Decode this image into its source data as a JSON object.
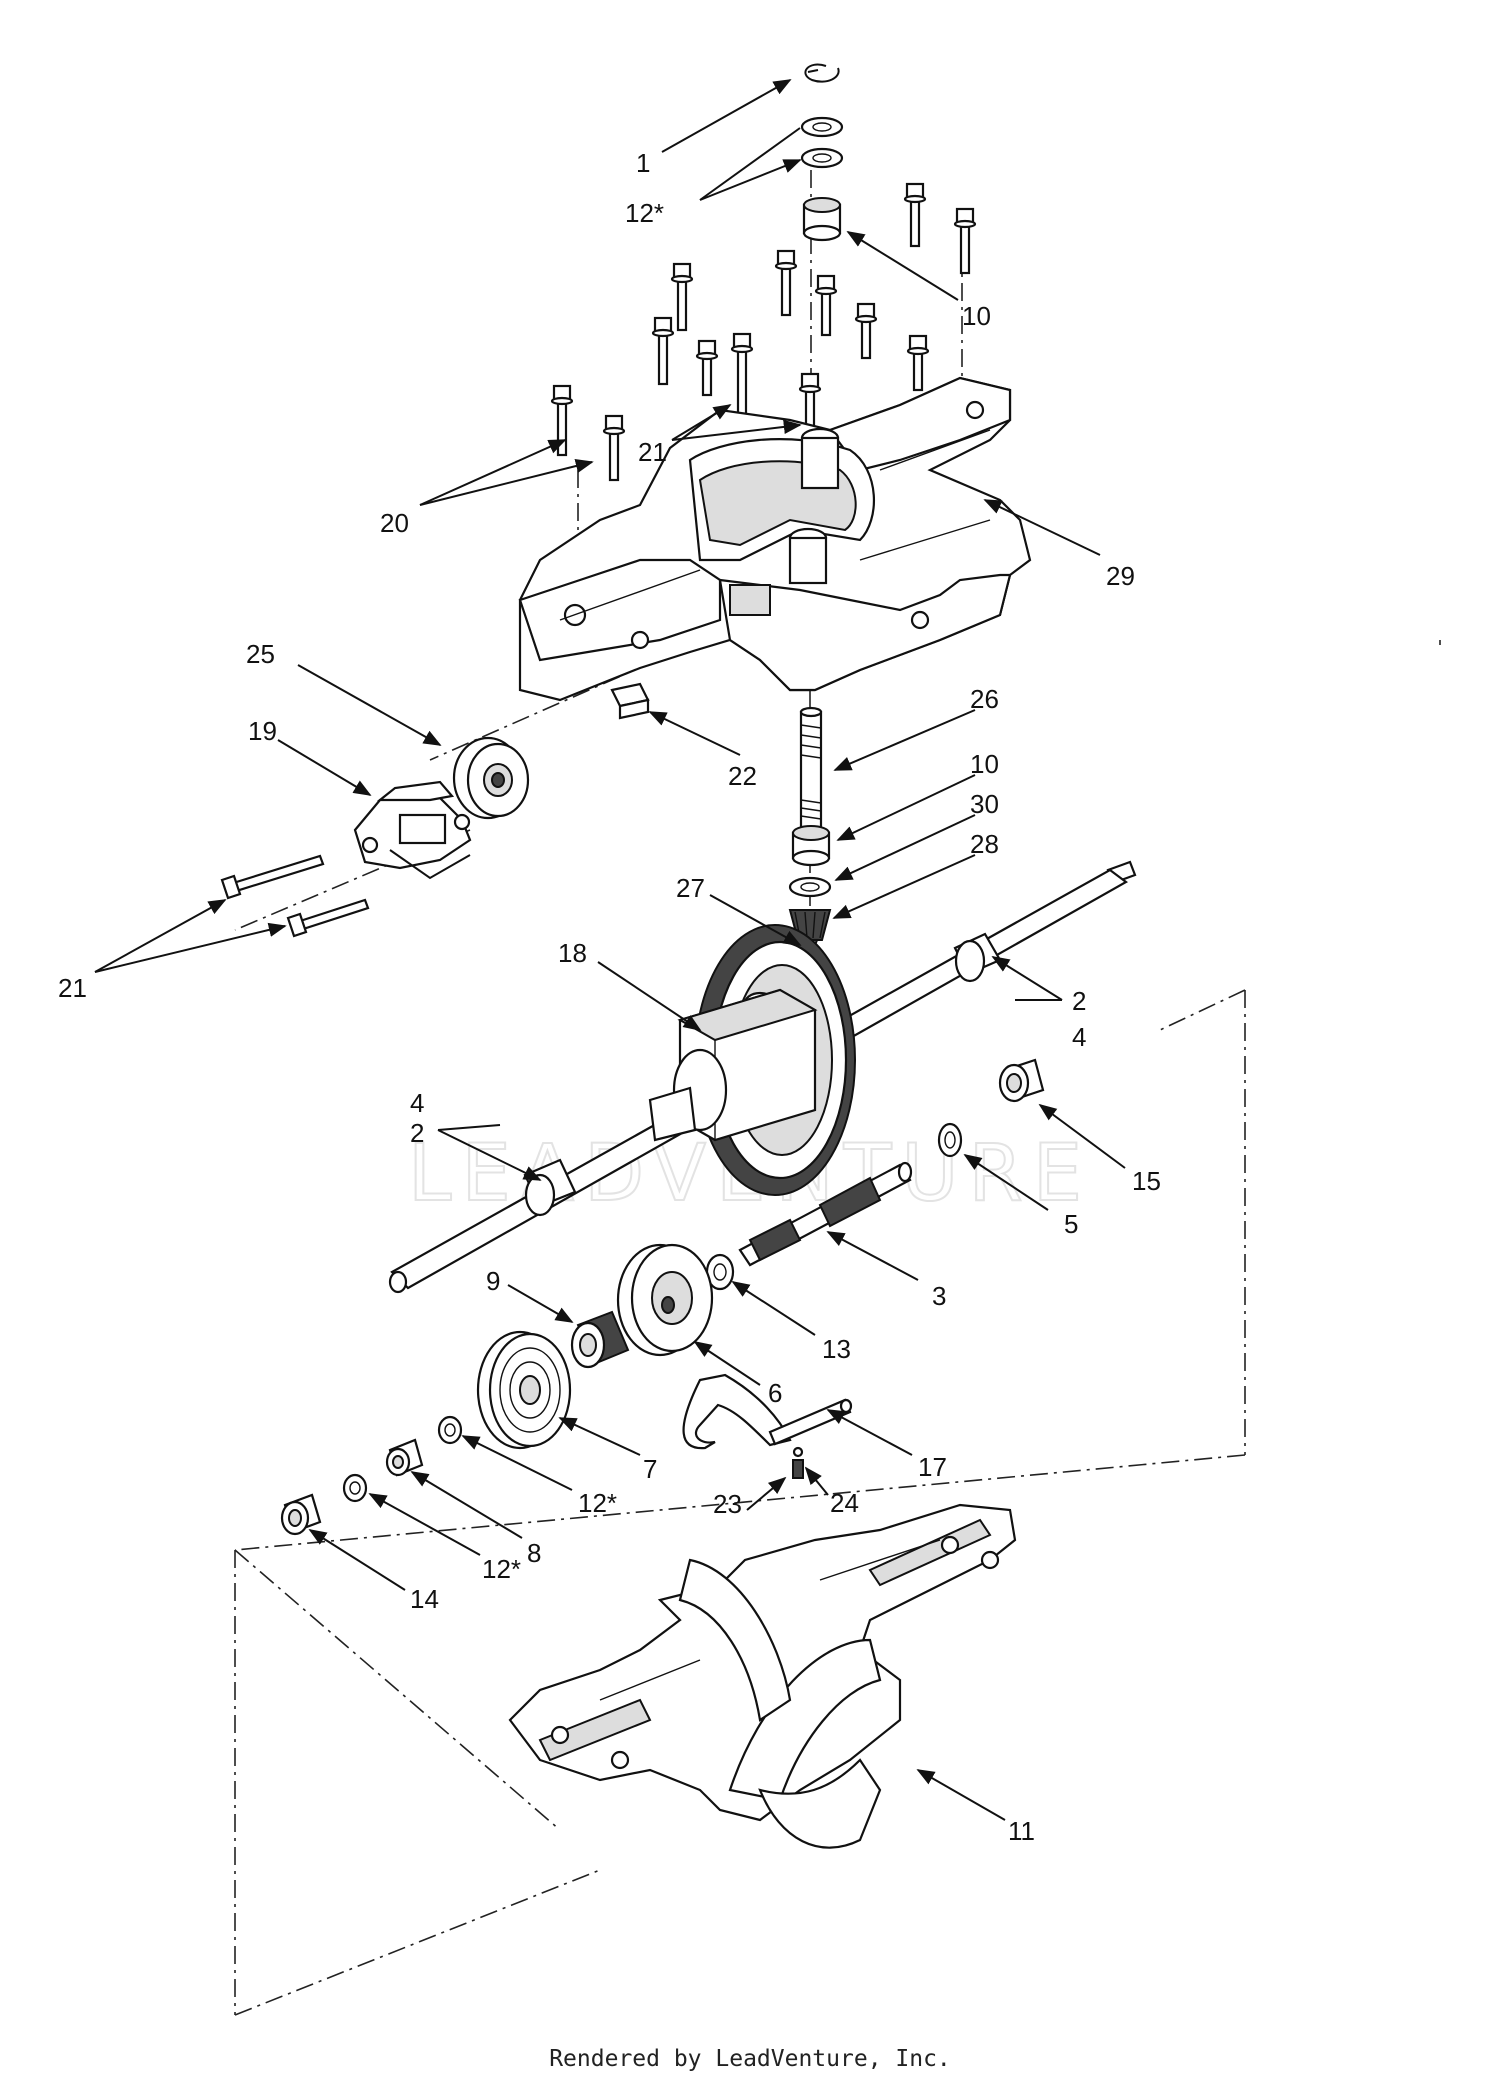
{
  "diagram": {
    "watermark": "LEADVENTURE",
    "footer": "Rendered by LeadVenture, Inc.",
    "callouts": [
      {
        "id": "c1",
        "label": "1"
      },
      {
        "id": "c12a",
        "label": "12*"
      },
      {
        "id": "c10a",
        "label": "10"
      },
      {
        "id": "c21a",
        "label": "21"
      },
      {
        "id": "c20",
        "label": "20"
      },
      {
        "id": "c29",
        "label": "29"
      },
      {
        "id": "c25",
        "label": "25"
      },
      {
        "id": "c19",
        "label": "19"
      },
      {
        "id": "c22",
        "label": "22"
      },
      {
        "id": "c26",
        "label": "26"
      },
      {
        "id": "c10b",
        "label": "10"
      },
      {
        "id": "c30",
        "label": "30"
      },
      {
        "id": "c28",
        "label": "28"
      },
      {
        "id": "c27",
        "label": "27"
      },
      {
        "id": "c21b",
        "label": "21"
      },
      {
        "id": "c18",
        "label": "18"
      },
      {
        "id": "c2a",
        "label": "2"
      },
      {
        "id": "c4a",
        "label": "4"
      },
      {
        "id": "c4b",
        "label": "4"
      },
      {
        "id": "c2b",
        "label": "2"
      },
      {
        "id": "c15",
        "label": "15"
      },
      {
        "id": "c5",
        "label": "5"
      },
      {
        "id": "c3",
        "label": "3"
      },
      {
        "id": "c9",
        "label": "9"
      },
      {
        "id": "c13",
        "label": "13"
      },
      {
        "id": "c6",
        "label": "6"
      },
      {
        "id": "c17",
        "label": "17"
      },
      {
        "id": "c7",
        "label": "7"
      },
      {
        "id": "c12b",
        "label": "12*"
      },
      {
        "id": "c8",
        "label": "8"
      },
      {
        "id": "c23",
        "label": "23"
      },
      {
        "id": "c24",
        "label": "24"
      },
      {
        "id": "c12c",
        "label": "12*"
      },
      {
        "id": "c14",
        "label": "14"
      },
      {
        "id": "c11",
        "label": "11"
      }
    ]
  }
}
